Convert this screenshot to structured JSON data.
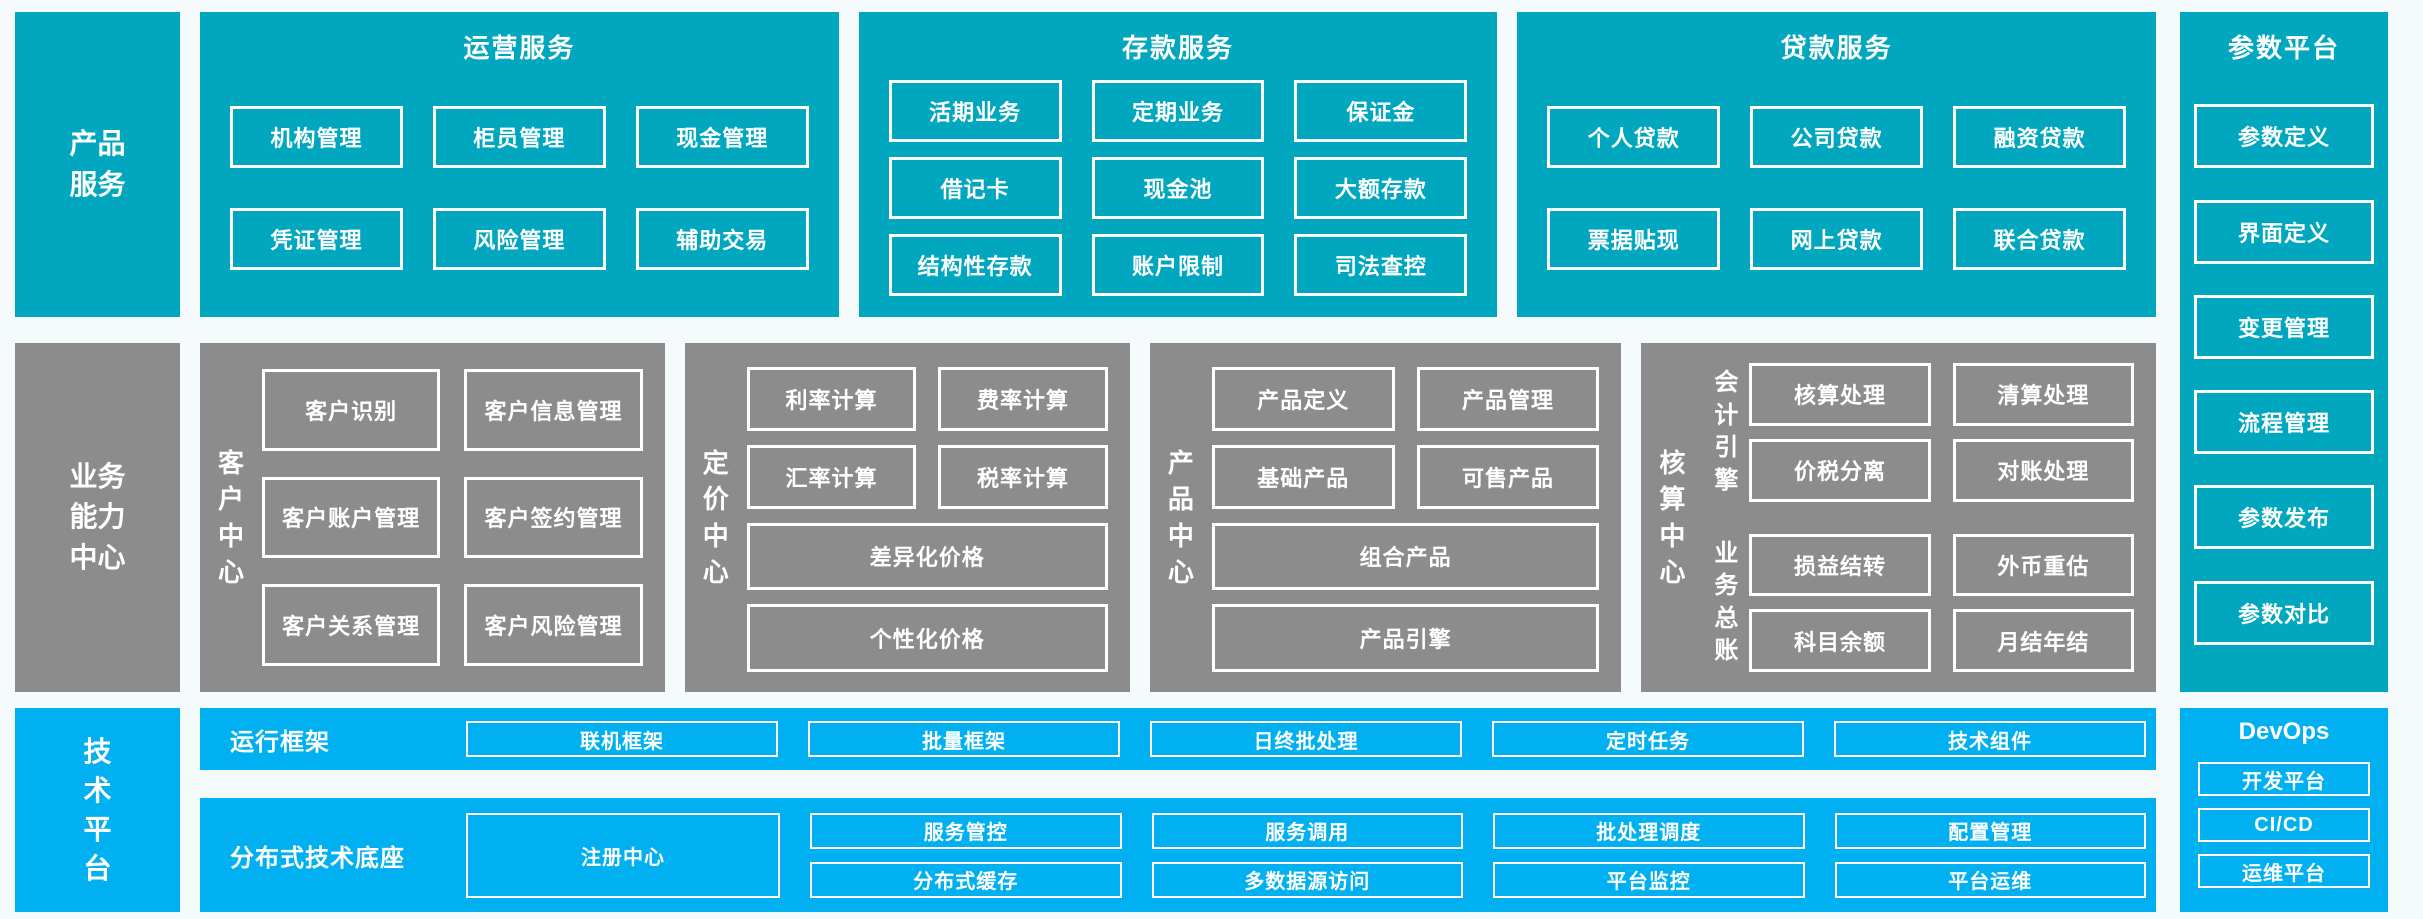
{
  "palette": {
    "teal": "#00a7bf",
    "gray": "#8c8c8c",
    "blue": "#00b0f0",
    "background": "#f5fbfc",
    "box_border": "#ffffff",
    "text": "#ffffff"
  },
  "product_row": {
    "label": "产品服务",
    "sections": [
      {
        "title": "运营服务",
        "items": [
          "机构管理",
          "柜员管理",
          "现金管理",
          "凭证管理",
          "风险管理",
          "辅助交易"
        ]
      },
      {
        "title": "存款服务",
        "items": [
          "活期业务",
          "定期业务",
          "保证金",
          "借记卡",
          "现金池",
          "大额存款",
          "结构性存款",
          "账户限制",
          "司法查控"
        ]
      },
      {
        "title": "贷款服务",
        "items": [
          "个人贷款",
          "公司贷款",
          "融资贷款",
          "票据贴现",
          "网上贷款",
          "联合贷款"
        ]
      }
    ]
  },
  "parameter_platform": {
    "title": "参数平台",
    "items": [
      "参数定义",
      "界面定义",
      "变更管理",
      "流程管理",
      "参数发布",
      "参数对比"
    ]
  },
  "business_row": {
    "label": "业务能力中心",
    "customer_center": {
      "label": "客户中心",
      "items": [
        "客户识别",
        "客户信息管理",
        "客户账户管理",
        "客户签约管理",
        "客户关系管理",
        "客户风险管理"
      ]
    },
    "pricing_center": {
      "label": "定价中心",
      "items": [
        "利率计算",
        "费率计算",
        "汇率计算",
        "税率计算"
      ],
      "wide_items": [
        "差异化价格",
        "个性化价格"
      ]
    },
    "product_center": {
      "label": "产品中心",
      "items": [
        "产品定义",
        "产品管理",
        "基础产品",
        "可售产品"
      ],
      "wide_items": [
        "组合产品",
        "产品引擎"
      ]
    },
    "accounting_center": {
      "label": "核算中心",
      "groups": [
        {
          "label": "会计引擎",
          "items": [
            "核算处理",
            "清算处理",
            "价税分离",
            "对账处理"
          ]
        },
        {
          "label": "业务总账",
          "items": [
            "损益结转",
            "外币重估",
            "科目余额",
            "月结年结"
          ]
        }
      ]
    }
  },
  "technology_row": {
    "label": "技术平台",
    "runtime_framework": {
      "label": "运行框架",
      "items": [
        "联机框架",
        "批量框架",
        "日终批处理",
        "定时任务",
        "技术组件"
      ]
    },
    "distributed_base": {
      "label": "分布式技术底座",
      "registry": "注册中心",
      "items": [
        "服务管控",
        "服务调用",
        "批处理调度",
        "配置管理",
        "分布式缓存",
        "多数据源访问",
        "平台监控",
        "平台运维"
      ]
    },
    "devops": {
      "title": "DevOps",
      "items": [
        "开发平台",
        "CI/CD",
        "运维平台"
      ]
    }
  }
}
